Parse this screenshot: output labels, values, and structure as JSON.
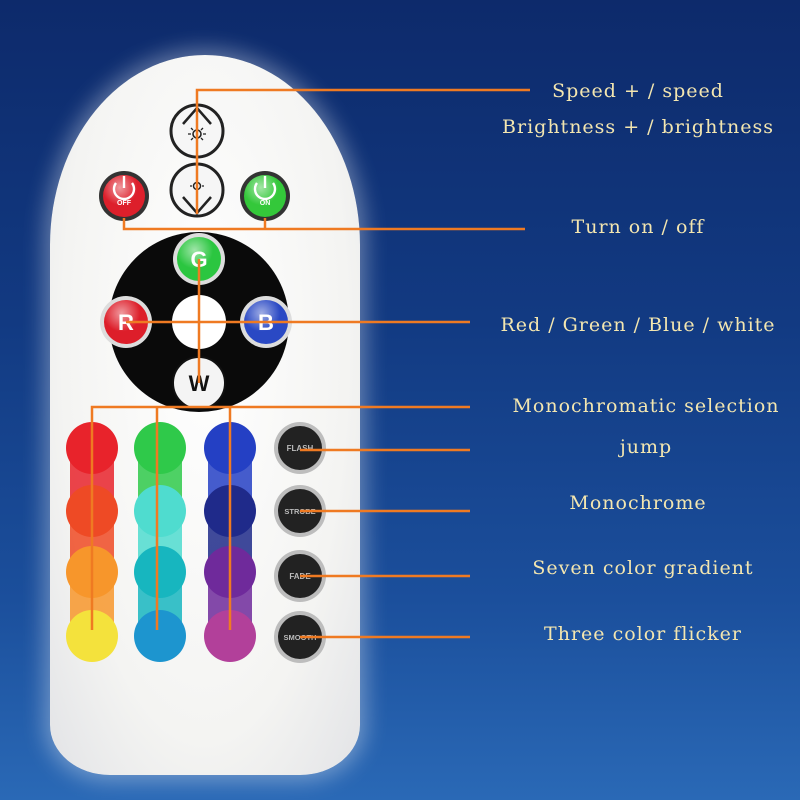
{
  "buttons": {
    "off": "OFF",
    "on": "ON",
    "green": "G",
    "red": "R",
    "blue": "B",
    "white": "W",
    "flash": "FLASH",
    "strobe": "STROBE",
    "fade": "FADE",
    "smooth": "SMOOTH"
  },
  "annotations": {
    "speed": "Speed + / speed",
    "brightness": "Brightness + / brightness",
    "power": "Turn on / off",
    "rgbw": "Red / Green / Blue / white",
    "mono_select": "Monochromatic selection",
    "jump": "jump",
    "monochrome": "Monochrome",
    "seven_gradient": "Seven color gradient",
    "three_flicker": "Three color flicker"
  },
  "colors": {
    "leader_line": "#ef7a22",
    "label_text": "#f3e6b0",
    "background_top": "#0d2a6b",
    "background_bottom": "#2a69b6"
  },
  "color_grid": [
    [
      "#e8232b",
      "#2fc94a",
      "#2440c4"
    ],
    [
      "#ee4a25",
      "#4fdccf",
      "#1f2a8a"
    ],
    [
      "#f7962b",
      "#17b6bf",
      "#6f2a9b"
    ],
    [
      "#f4e23c",
      "#1d95cf",
      "#b2409a"
    ]
  ]
}
